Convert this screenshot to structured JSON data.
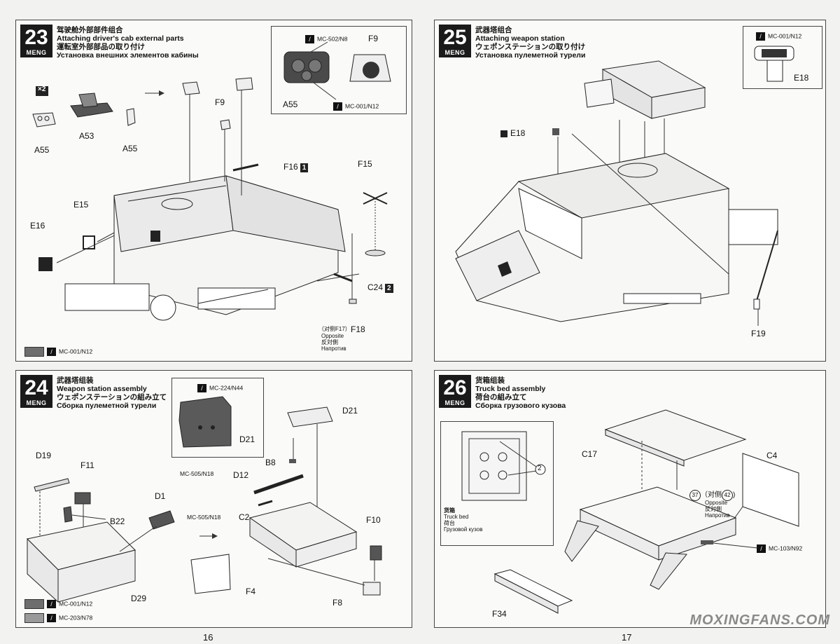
{
  "step23": {
    "num": "23",
    "brand": "MENG",
    "title_zh": "驾驶舱外部部件组合",
    "title_en": "Attaching driver's cab external parts",
    "title_jp": "運転室外部部品の取り付け",
    "title_ru": "Установка внешних элементов кабины",
    "qty": "×2",
    "inset_paint_top": "MC-502/N8",
    "inset_paint_bottom": "MC-001/N12",
    "inset_part_f9": "F9",
    "inset_part_a55": "A55",
    "parts": [
      "A55",
      "A53",
      "A55",
      "F9",
      "F16",
      "F15",
      "E15",
      "E16",
      "C24",
      "F18"
    ],
    "badge_f16": "1",
    "badge_c24": "2",
    "opposite_zh": "（对侧F17）",
    "opposite_en": "Opposite",
    "opposite_jp": "反対側",
    "opposite_ru": "Напротив",
    "paint": "MC-001/N12"
  },
  "step24": {
    "num": "24",
    "brand": "MENG",
    "title_zh": "武器塔组装",
    "title_en": "Weapon station assembly",
    "title_jp": "ウェポンステーションの組み立て",
    "title_ru": "Сборка пулеметной турели",
    "inset_paint": "MC-224/N44",
    "inset_part": "D21",
    "parts": [
      "D19",
      "F11",
      "B22",
      "D1",
      "D29",
      "D21",
      "B8",
      "D12",
      "C2",
      "F10",
      "F4",
      "F8"
    ],
    "paint_d12": "MC-505/N18",
    "paint_c2": "MC-505/N18",
    "paint_legend": [
      "MC-001/N12",
      "MC-203/N78"
    ]
  },
  "step25": {
    "num": "25",
    "brand": "MENG",
    "title_zh": "武器塔组合",
    "title_en": "Attaching weapon station",
    "title_jp": "ウェポンステーションの取り付け",
    "title_ru": "Установка пулеметной турели",
    "inset_paint": "MC-001/N12",
    "inset_part": "E18",
    "parts": [
      "E18",
      "F19"
    ]
  },
  "step26": {
    "num": "26",
    "brand": "MENG",
    "title_zh": "货箱组装",
    "title_en": "Truck bed assembly",
    "title_jp": "荷台の組み立て",
    "title_ru": "Сборка грузового кузова",
    "inset_callout": "2",
    "inset_caption_zh": "货箱",
    "inset_caption_en": "Truck bed",
    "inset_caption_jp": "荷台",
    "inset_caption_ru": "Грузовой кузов",
    "parts": [
      "C17",
      "C4",
      "F34"
    ],
    "callout_a": "37",
    "callout_b": "42",
    "opposite_zh": "（对侧",
    "opposite_en": "Opposite",
    "opposite_jp": "反対側",
    "opposite_ru": "Напротив",
    "paint": "MC-103/N92"
  },
  "colors": {
    "paint_n12": "#6e6e6e",
    "paint_n78": "#9a9a9a",
    "inset_n8": "#4a4a4a",
    "inset_n44": "#5a5a5a"
  },
  "pages": {
    "left": "16",
    "right": "17"
  },
  "watermark": "MOXINGFANS.COM"
}
